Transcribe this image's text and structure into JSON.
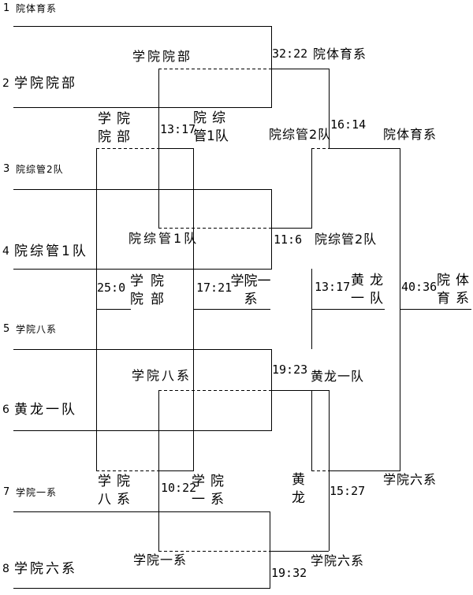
{
  "colors": {
    "background": "#ffffff",
    "line": "#000000",
    "text": "#000000"
  },
  "teams": [
    {
      "seed": "1",
      "name": "院体育系"
    },
    {
      "seed": "2",
      "name": "学院院部"
    },
    {
      "seed": "3",
      "name": "院综管2队"
    },
    {
      "seed": "4",
      "name": "院综管1队"
    },
    {
      "seed": "5",
      "name": "学院八系"
    },
    {
      "seed": "6",
      "name": "黄龙一队"
    },
    {
      "seed": "7",
      "name": "学院一系"
    },
    {
      "seed": "8",
      "name": "学院六系"
    }
  ],
  "round1": [
    {
      "score": "32:22",
      "winner": "院体育系",
      "loser": "学院院部"
    },
    {
      "score": "11:6",
      "winner": "院综管2队",
      "loser": "院综管1队"
    },
    {
      "score": "19:23",
      "winner": "黄龙一队",
      "loser": "学院八系"
    },
    {
      "score": "19:32",
      "winner": "学院六系",
      "loser": "学院一系"
    }
  ],
  "semifinals": {
    "upper_winners": {
      "score": "16:14",
      "winner": "院体育系",
      "loser": "院综管2队"
    },
    "upper_losers": {
      "score": "13:17",
      "winner_line1": "院综",
      "winner_line2": "管1队",
      "loser_line1": "学院",
      "loser_line2": "院部"
    },
    "lower_winners": {
      "score": "15:27",
      "winner": "学院六系",
      "loser_line1": "黄",
      "loser_line2": "龙"
    },
    "lower_losers": {
      "score": "10:22",
      "winner_line1": "学院",
      "winner_line2": "一系",
      "loser_line1": "学院",
      "loser_line2": "八系"
    }
  },
  "placements": {
    "champion": {
      "score": "40:36",
      "name_line1": "院体",
      "name_line2": "育系"
    },
    "third": {
      "score": "13:17",
      "name_line1": "黄龙",
      "name_line2": "一队"
    },
    "fifth": {
      "score": "17:21",
      "name_line1": "学院一",
      "name_line2": "系"
    },
    "seventh": {
      "score": "25:0",
      "name_line1": "学院",
      "name_line2": "院部"
    }
  }
}
